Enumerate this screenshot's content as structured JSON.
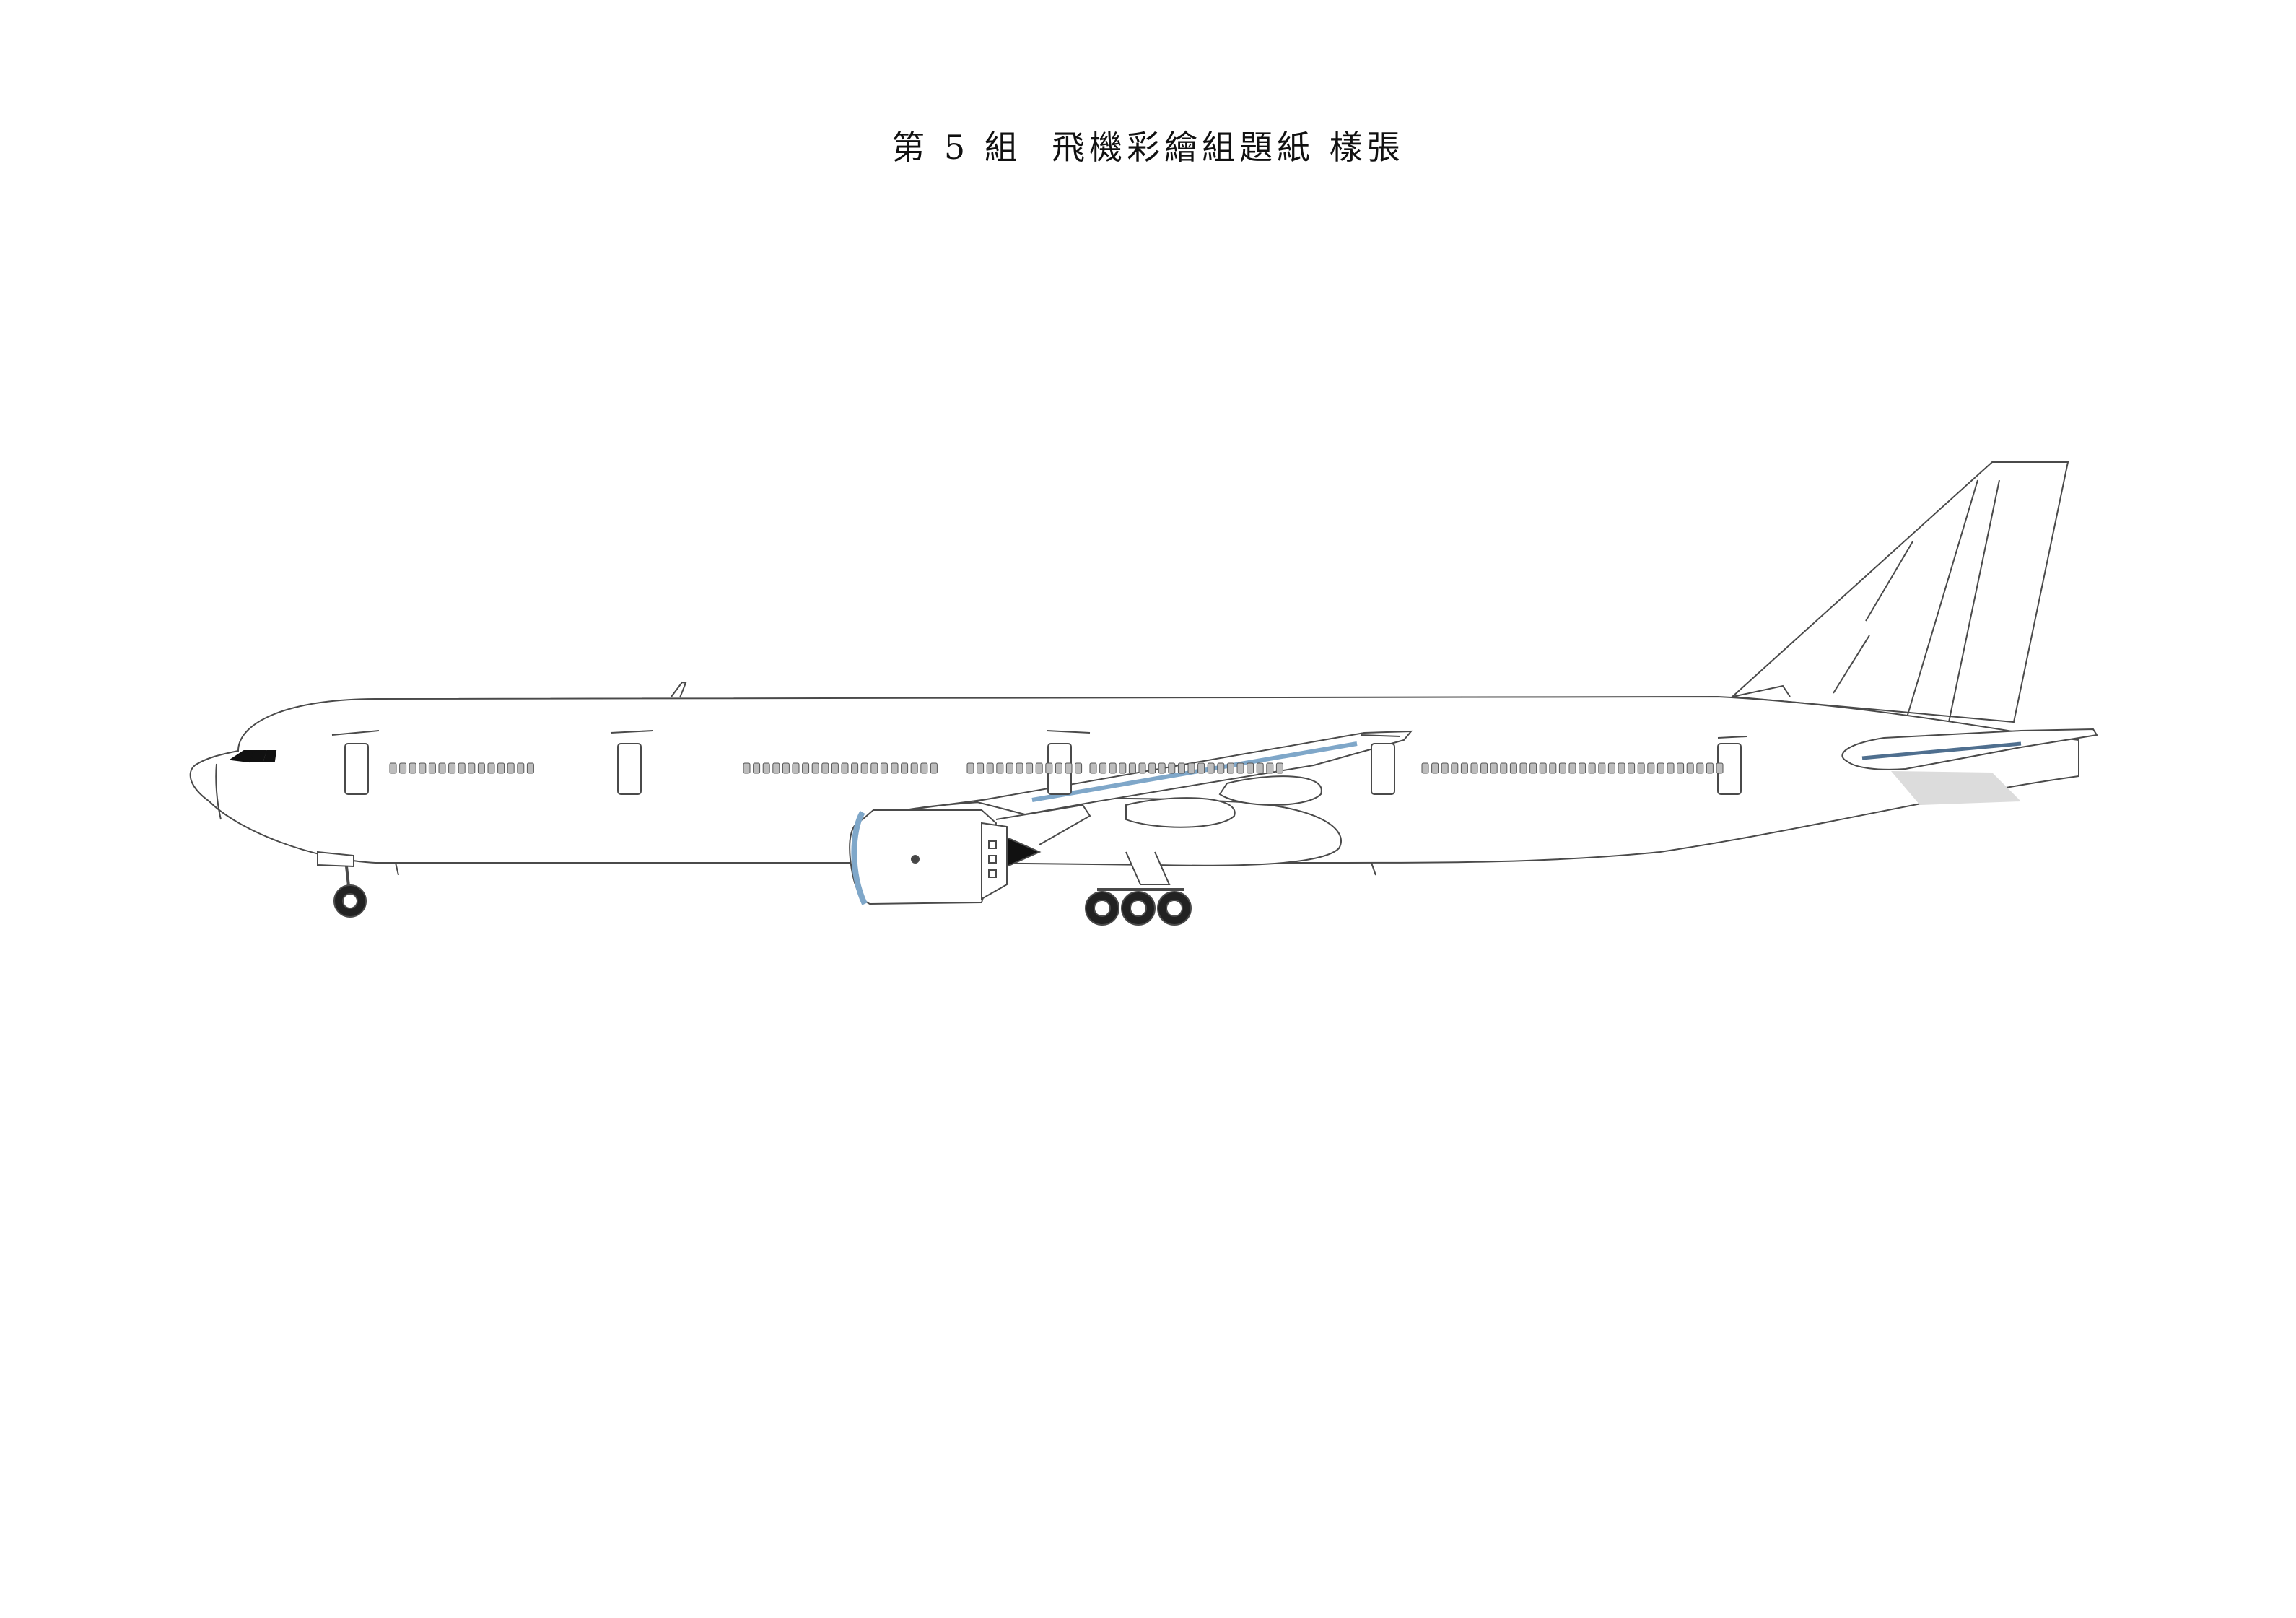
{
  "title": "第 5 組  飛機彩繪組題紙 樣張",
  "colors": {
    "outline": "#4a4a4a",
    "fill": "#ffffff",
    "accent_blue": "#7fa7c9",
    "shadow_gray": "#dcdcdc",
    "tire": "#222222"
  },
  "icons": [
    "airplane-side-view",
    "jet-engine",
    "landing-gear-wheel",
    "passenger-door",
    "cabin-window"
  ]
}
